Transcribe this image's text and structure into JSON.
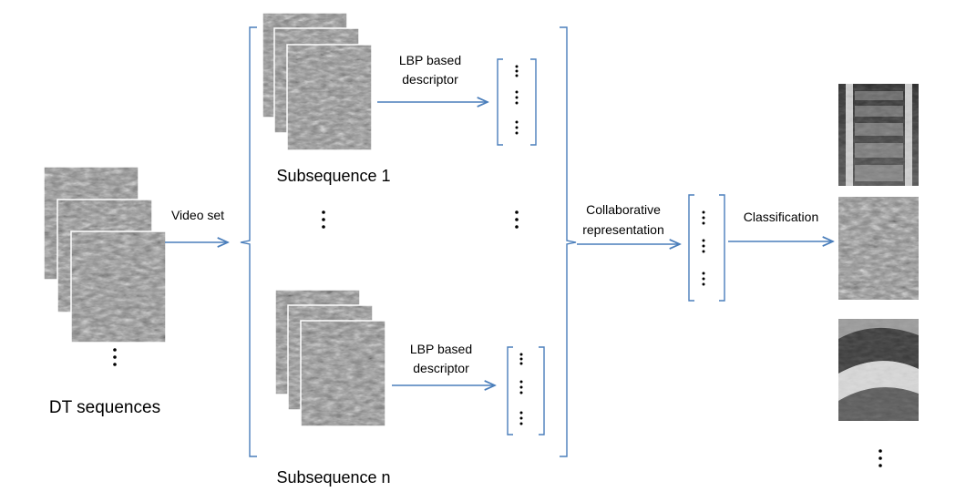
{
  "labels": {
    "dt_sequences": "DT sequences",
    "video_set": "Video set",
    "subsequence_1": "Subsequence 1",
    "subsequence_n": "Subsequence n",
    "lbp_line1": "LBP based",
    "lbp_line2": "descriptor",
    "collab_line1": "Collaborative",
    "collab_line2": "representation",
    "classification": "Classification"
  },
  "images": {
    "dt_frames": "water-texture-frames",
    "subsequence_frames": "water-texture-frames",
    "class_escalator": "escalator-image",
    "class_water": "water-texture-image",
    "class_flag": "flag-image"
  },
  "colors": {
    "arrow": "#4a7ebb",
    "bracket": "#4a7ebb",
    "texture": "#8c8c8c"
  }
}
